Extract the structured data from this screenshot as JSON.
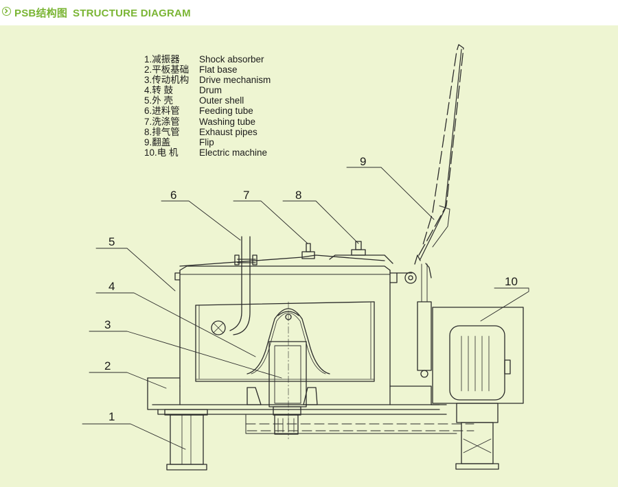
{
  "header": {
    "title_zh": "PSB结构图",
    "title_en": "STRUCTURE DIAGRAM",
    "accent_color": "#7ab534",
    "icon": "chevron-right-circle-icon"
  },
  "panel_color": "#eef5d2",
  "legend": [
    {
      "zh": "1.减振器",
      "en": "Shock absorber"
    },
    {
      "zh": "2.平板基础",
      "en": "Flat base"
    },
    {
      "zh": "3.传动机构",
      "en": "Drive mechanism"
    },
    {
      "zh": "4.转 鼓",
      "en": "Drum"
    },
    {
      "zh": "5.外 壳",
      "en": "Outer shell"
    },
    {
      "zh": "6.进料管",
      "en": "Feeding tube"
    },
    {
      "zh": "7.洗涤管",
      "en": "Washing tube"
    },
    {
      "zh": "8.排气管",
      "en": "Exhaust pipes"
    },
    {
      "zh": "9.翻盖",
      "en": "Flip"
    },
    {
      "zh": "10.电 机",
      "en": "Electric machine"
    }
  ],
  "callouts": [
    "1",
    "2",
    "3",
    "4",
    "5",
    "6",
    "7",
    "8",
    "9",
    "10"
  ]
}
